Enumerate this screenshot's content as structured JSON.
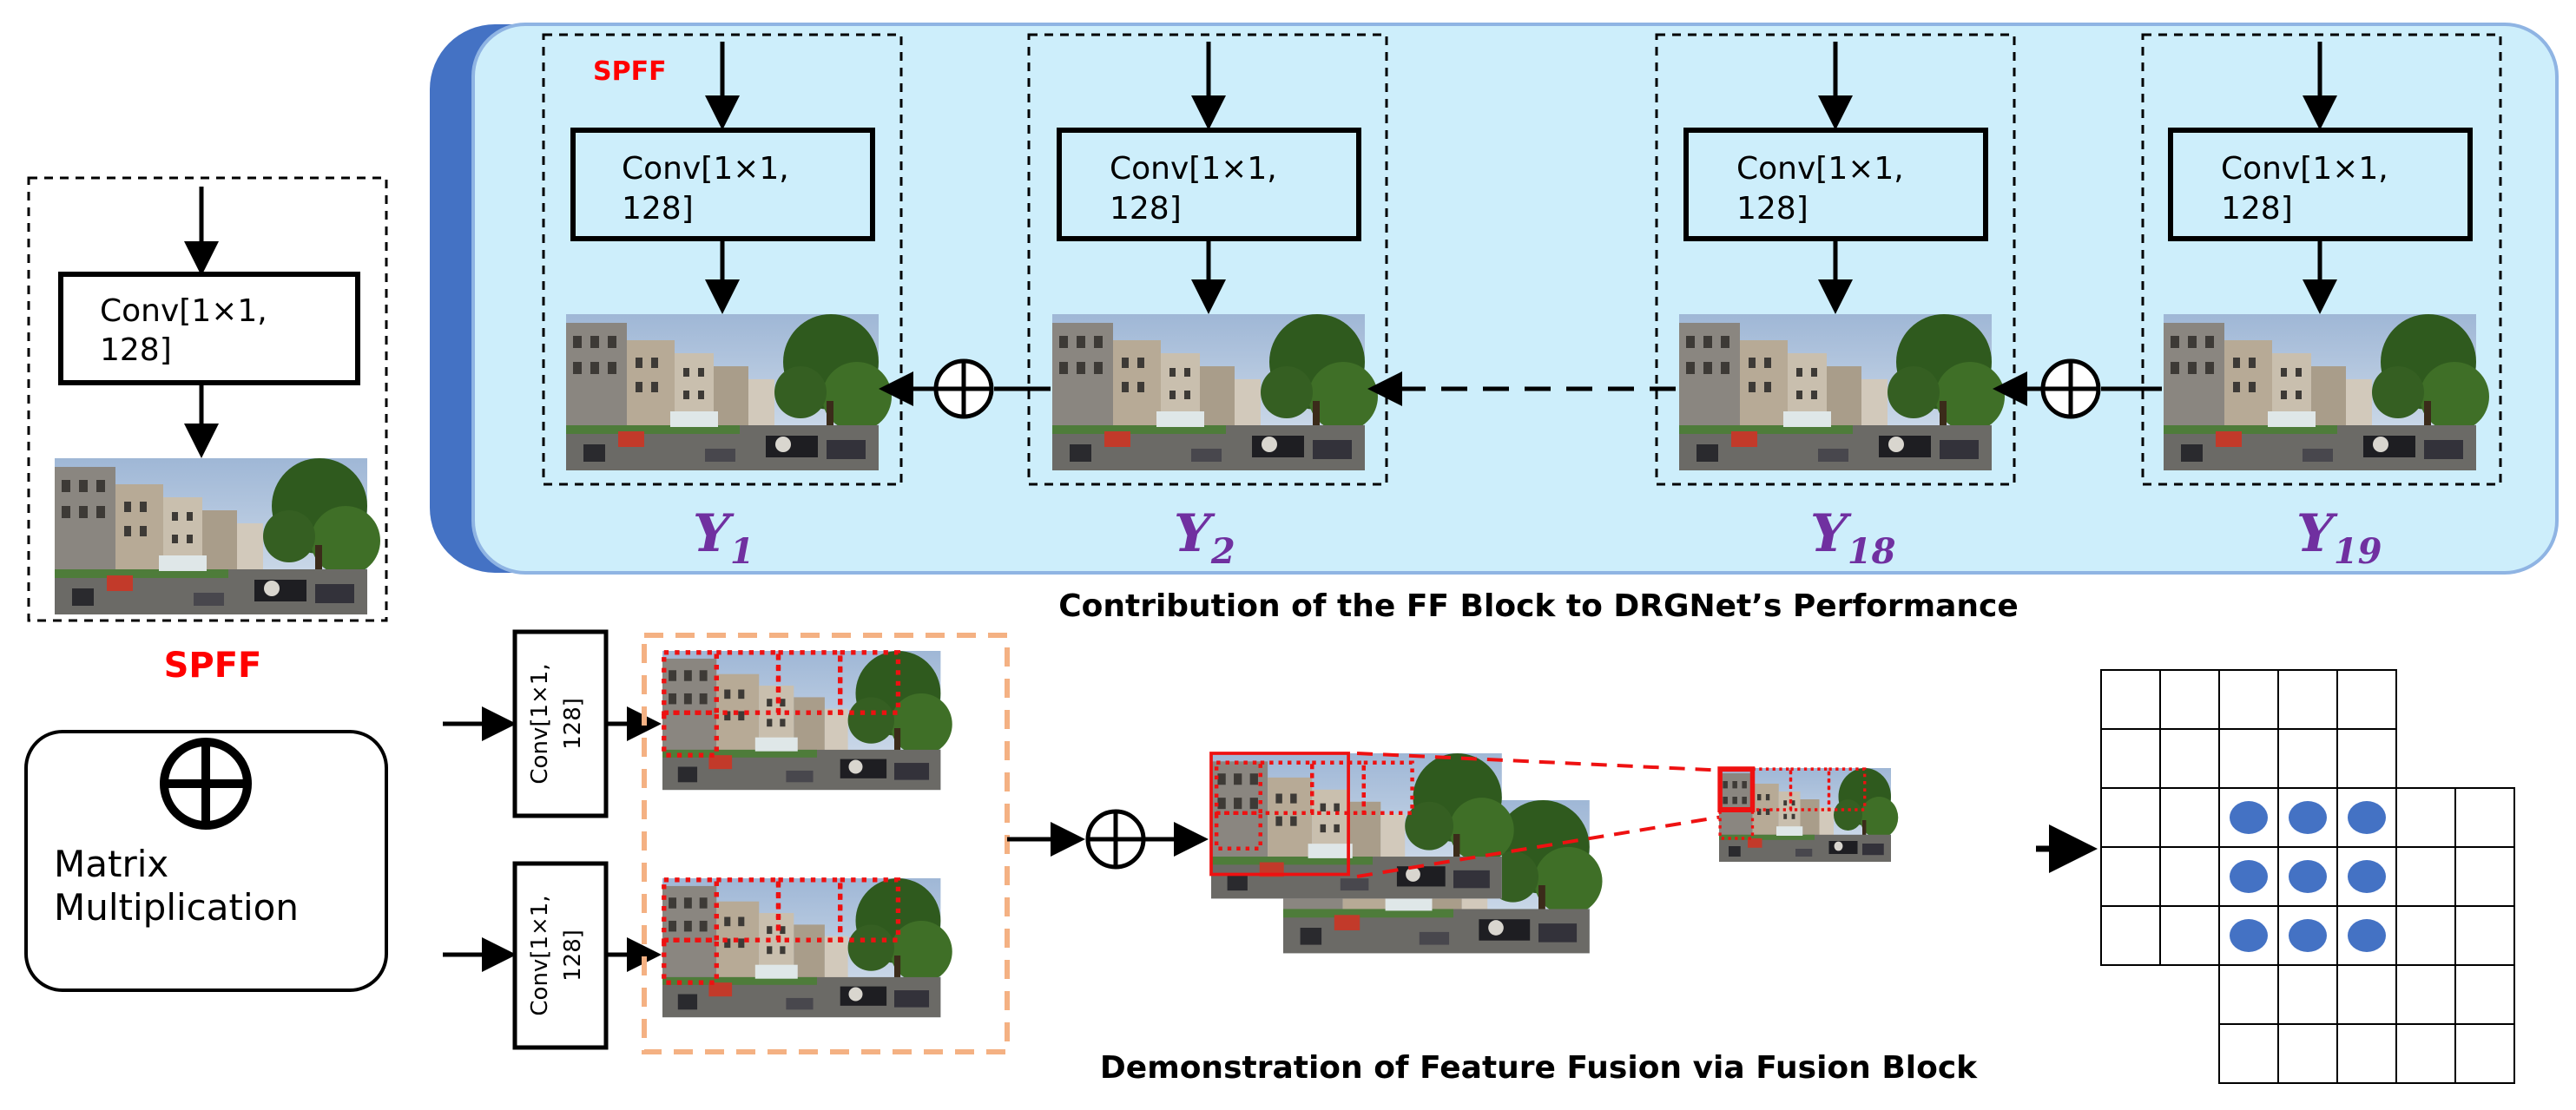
{
  "standalone_block": {
    "conv_line1": "Conv[1×1,",
    "conv_line2": "128]",
    "caption": "SPFF"
  },
  "top_panel": {
    "spff_tag": "SPFF",
    "conv_line1": "Conv[1×1,",
    "conv_line2": "128]",
    "outputs": [
      {
        "symbol": "Y",
        "subscript": "1"
      },
      {
        "symbol": "Y",
        "subscript": "2"
      },
      {
        "symbol": "Y",
        "subscript": "18"
      },
      {
        "symbol": "Y",
        "subscript": "19"
      }
    ],
    "caption": "Contribution of the FF Block to DRGNet’s Performance"
  },
  "legend": {
    "operator": "⊕",
    "label_line1": "Matrix",
    "label_line2": "Multiplication"
  },
  "bottom_panel": {
    "conv_line1": "Conv[1×1,",
    "conv_line2": "128]",
    "caption": "Demonstration of Feature Fusion via Fusion Block"
  },
  "colors": {
    "panel_fill": "#cdeefb",
    "panel_border": "#8fb4e3",
    "panel_accent": "#4472c4",
    "spff_red": "#ff0000",
    "output_purple": "#7030a0",
    "orange_dash": "#f4b183",
    "node_dot": "#4472c4",
    "red_dot": "#ee1111"
  }
}
